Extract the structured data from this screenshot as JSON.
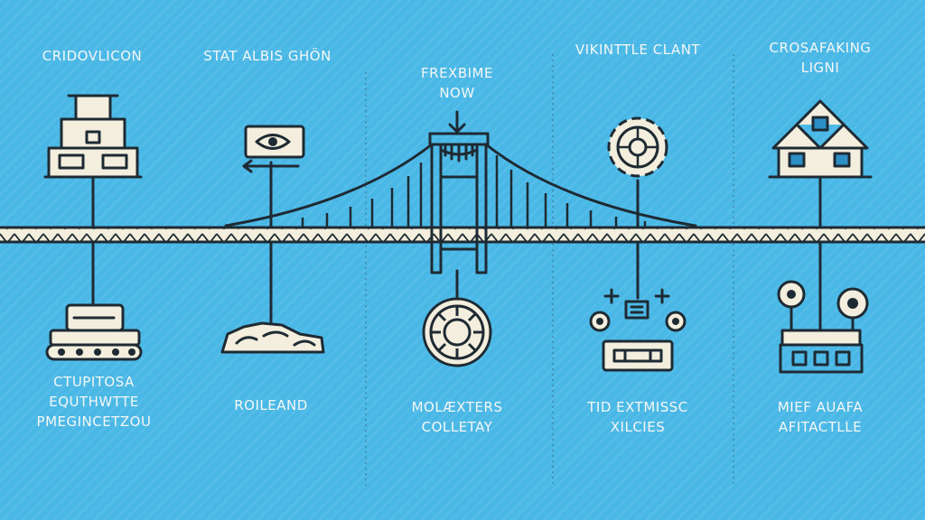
{
  "palette": {
    "background": "#4ab8e6",
    "ink": "#1e2a33",
    "cream": "#f3eedd",
    "text": "#f4f7f5"
  },
  "columns": [
    {
      "top_label": [
        "CRIDOVLICON"
      ],
      "top_icon": "municipal-building-icon",
      "bottom_icon": "military-tank-icon",
      "bottom_label": [
        "CTUPITOSA",
        "EQUTHWTTE",
        "PMEGINCETZOU"
      ]
    },
    {
      "top_label": [
        "STAT ALBIS GHÖN"
      ],
      "top_icon": "eye-sign-icon",
      "bottom_icon": "rock-pile-icon",
      "bottom_label": [
        "ROILEAND"
      ]
    },
    {
      "top_label": [
        "FREXBIME",
        "NOW"
      ],
      "top_icon": "suspension-bridge-icon",
      "bottom_icon": "medallion-wheel-icon",
      "bottom_label": [
        "MOLÆXTERS",
        "COLLETAY"
      ]
    },
    {
      "top_label": [
        "VIKINTTLE CLANT"
      ],
      "top_icon": "gear-cog-icon",
      "bottom_icon": "battery-circuit-icon",
      "bottom_label": [
        "TID EXTMISSC",
        "XILCIES"
      ]
    },
    {
      "top_label": [
        "CROSAFAKING",
        "LIGNI"
      ],
      "top_icon": "house-icon",
      "bottom_icon": "machinery-workshop-icon",
      "bottom_label": [
        "MIEF AUAFA",
        "AFITACTLLE"
      ]
    }
  ]
}
